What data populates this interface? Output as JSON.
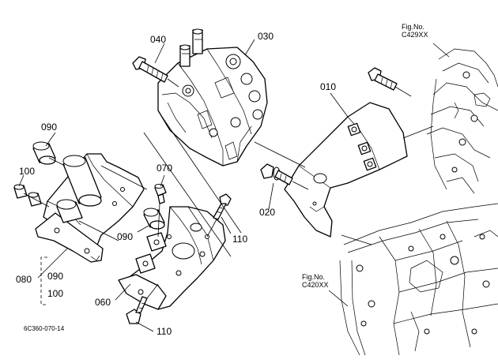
{
  "callouts": {
    "p040": "040",
    "p030": "030",
    "p010": "010",
    "p090_top": "090",
    "p100": "100",
    "p070": "070",
    "p020": "020",
    "p090_mid": "090",
    "p110_right": "110",
    "p080": "080",
    "p090_group": "090",
    "p100_group": "100",
    "p060": "060",
    "p110_bottom": "110"
  },
  "fig_refs": {
    "top": {
      "label": "Fig.No.",
      "code": "C429XX"
    },
    "bottom": {
      "label": "Fig.No.",
      "code": "C420XX"
    }
  },
  "drawing_code": "6C360-070-14",
  "colors": {
    "line": "#000000",
    "background": "#ffffff"
  }
}
